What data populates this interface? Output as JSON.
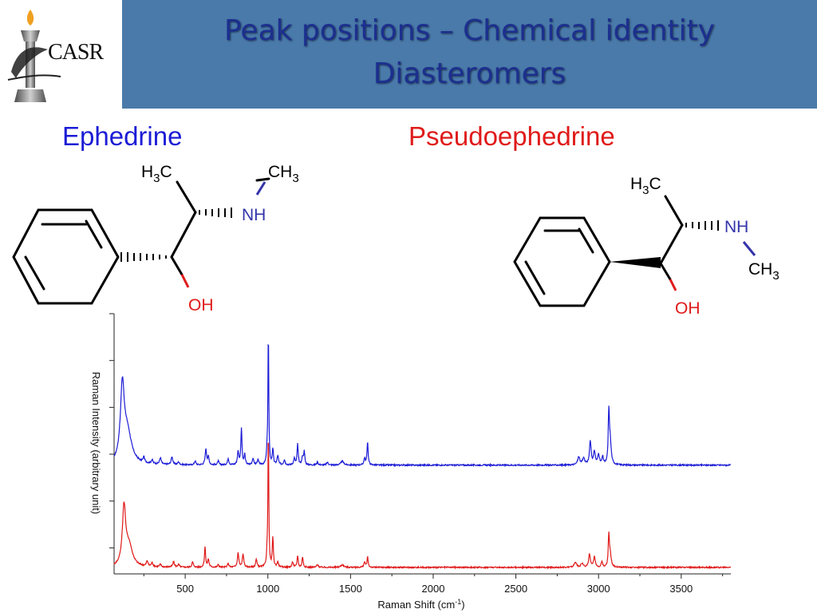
{
  "logo": {
    "text": "CASR",
    "icon": "chess-king-pen-icon"
  },
  "title": {
    "line1": "Peak positions – Chemical identity",
    "line2": "Diasteromers"
  },
  "compounds": {
    "left": {
      "name": "Ephedrine",
      "color": "#1c1cd6"
    },
    "right": {
      "name": "Pseudoephedrine",
      "color": "#e01a1a"
    }
  },
  "structures": {
    "ephedrine": {
      "methyl_top": "H3C",
      "methyl_n": "CH3",
      "amine": "NH",
      "hydroxyl": "OH"
    },
    "pseudoephedrine": {
      "methyl_top": "H3C",
      "methyl_n": "CH3",
      "amine": "NH",
      "hydroxyl": "OH"
    }
  },
  "colors": {
    "title_bar": "#4a7aaa",
    "title_text": "#1c2f8f",
    "amine": "#3333aa",
    "hydroxyl": "#e01a1a"
  },
  "chart_data": {
    "type": "line",
    "xlabel": "Raman Shift (cm-1)",
    "ylabel": "Raman Intensity (arbitrary unit)",
    "xlim": [
      70,
      3800
    ],
    "ylim": [
      0,
      10
    ],
    "x_ticks": [
      500,
      1000,
      1500,
      2000,
      2500,
      3000,
      3500
    ],
    "grid": false,
    "series": [
      {
        "name": "Ephedrine",
        "color": "#1c1cd6",
        "baseline": 4.18,
        "peaks": [
          [
            120,
            2.8,
            14
          ],
          [
            150,
            1.2,
            30
          ],
          [
            250,
            0.2,
            6
          ],
          [
            300,
            0.15,
            6
          ],
          [
            350,
            0.25,
            6
          ],
          [
            420,
            0.3,
            6
          ],
          [
            460,
            0.1,
            6
          ],
          [
            560,
            0.15,
            5
          ],
          [
            625,
            0.6,
            5
          ],
          [
            640,
            0.3,
            5
          ],
          [
            700,
            0.15,
            5
          ],
          [
            760,
            0.25,
            5
          ],
          [
            820,
            0.5,
            5
          ],
          [
            840,
            1.4,
            4
          ],
          [
            860,
            0.4,
            4
          ],
          [
            910,
            0.25,
            5
          ],
          [
            940,
            0.2,
            5
          ],
          [
            995,
            0.4,
            4
          ],
          [
            1003,
            5.0,
            3
          ],
          [
            1030,
            0.6,
            4
          ],
          [
            1060,
            0.35,
            5
          ],
          [
            1100,
            0.2,
            5
          ],
          [
            1160,
            0.25,
            5
          ],
          [
            1180,
            0.8,
            4
          ],
          [
            1210,
            0.3,
            5
          ],
          [
            1220,
            0.5,
            4
          ],
          [
            1300,
            0.1,
            6
          ],
          [
            1360,
            0.1,
            6
          ],
          [
            1450,
            0.15,
            10
          ],
          [
            1585,
            0.25,
            5
          ],
          [
            1603,
            0.9,
            4
          ],
          [
            2880,
            0.3,
            8
          ],
          [
            2910,
            0.25,
            8
          ],
          [
            2950,
            0.9,
            6
          ],
          [
            2975,
            0.5,
            6
          ],
          [
            3000,
            0.4,
            6
          ],
          [
            3025,
            0.3,
            5
          ],
          [
            3062,
            1.9,
            4
          ],
          [
            3070,
            0.9,
            7
          ]
        ]
      },
      {
        "name": "Pseudoephedrine",
        "color": "#e01a1a",
        "baseline": 0.25,
        "peaks": [
          [
            130,
            2.2,
            12
          ],
          [
            160,
            0.8,
            25
          ],
          [
            270,
            0.2,
            6
          ],
          [
            300,
            0.15,
            6
          ],
          [
            350,
            0.1,
            6
          ],
          [
            430,
            0.2,
            6
          ],
          [
            460,
            0.1,
            6
          ],
          [
            545,
            0.2,
            5
          ],
          [
            620,
            0.8,
            4
          ],
          [
            640,
            0.3,
            5
          ],
          [
            700,
            0.1,
            5
          ],
          [
            760,
            0.15,
            5
          ],
          [
            820,
            0.55,
            5
          ],
          [
            850,
            0.5,
            5
          ],
          [
            930,
            0.3,
            5
          ],
          [
            995,
            0.4,
            4
          ],
          [
            1003,
            5.2,
            3
          ],
          [
            1030,
            1.1,
            4
          ],
          [
            1060,
            0.2,
            5
          ],
          [
            1150,
            0.2,
            5
          ],
          [
            1180,
            0.45,
            4
          ],
          [
            1210,
            0.4,
            4
          ],
          [
            1300,
            0.1,
            6
          ],
          [
            1450,
            0.1,
            10
          ],
          [
            1585,
            0.2,
            5
          ],
          [
            1603,
            0.4,
            4
          ],
          [
            2860,
            0.2,
            8
          ],
          [
            2900,
            0.15,
            8
          ],
          [
            2945,
            0.5,
            6
          ],
          [
            2975,
            0.4,
            6
          ],
          [
            3020,
            0.2,
            5
          ],
          [
            3062,
            1.15,
            4
          ],
          [
            3070,
            0.5,
            7
          ]
        ]
      }
    ]
  }
}
